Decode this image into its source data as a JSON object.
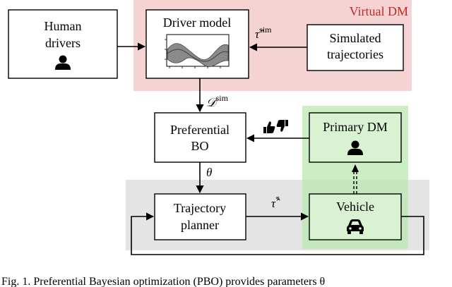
{
  "regions": {
    "virtual_dm": {
      "label": "Virtual DM",
      "color": "#f6d3d3"
    },
    "primary_dm_panel": {
      "color": "#b9e8b0"
    },
    "vehicle_panel": {
      "color": "#d9d9d9"
    }
  },
  "nodes": {
    "human_drivers": {
      "line1": "Human",
      "line2": "drivers",
      "icon": "person-icon"
    },
    "driver_model": {
      "label": "Driver model",
      "icon": "trajectory-plot-icon"
    },
    "simulated_trajectories": {
      "line1": "Simulated",
      "line2": "trajectories"
    },
    "preferential_bo": {
      "line1": "Preferential",
      "line2": "BO"
    },
    "primary_dm": {
      "label": "Primary DM",
      "icon": "person-icon"
    },
    "trajectory_planner": {
      "line1": "Trajectory",
      "line2": "planner"
    },
    "vehicle": {
      "label": "Vehicle",
      "icon": "car-icon"
    }
  },
  "edges": {
    "sim_to_model": {
      "symbol": "τ̂",
      "sup": "sim"
    },
    "model_to_bo": {
      "symbol": "𝒟",
      "sup": "sim"
    },
    "bo_to_planner": {
      "symbol": "θ"
    },
    "planner_to_vehicle": {
      "symbol": "τ̂",
      "sup": "*"
    },
    "feedback": {
      "icon": "thumbs-up-down-icon"
    }
  },
  "caption": "Fig. 1.   Preferential Bayesian optimization (PBO) provides parameters θ"
}
